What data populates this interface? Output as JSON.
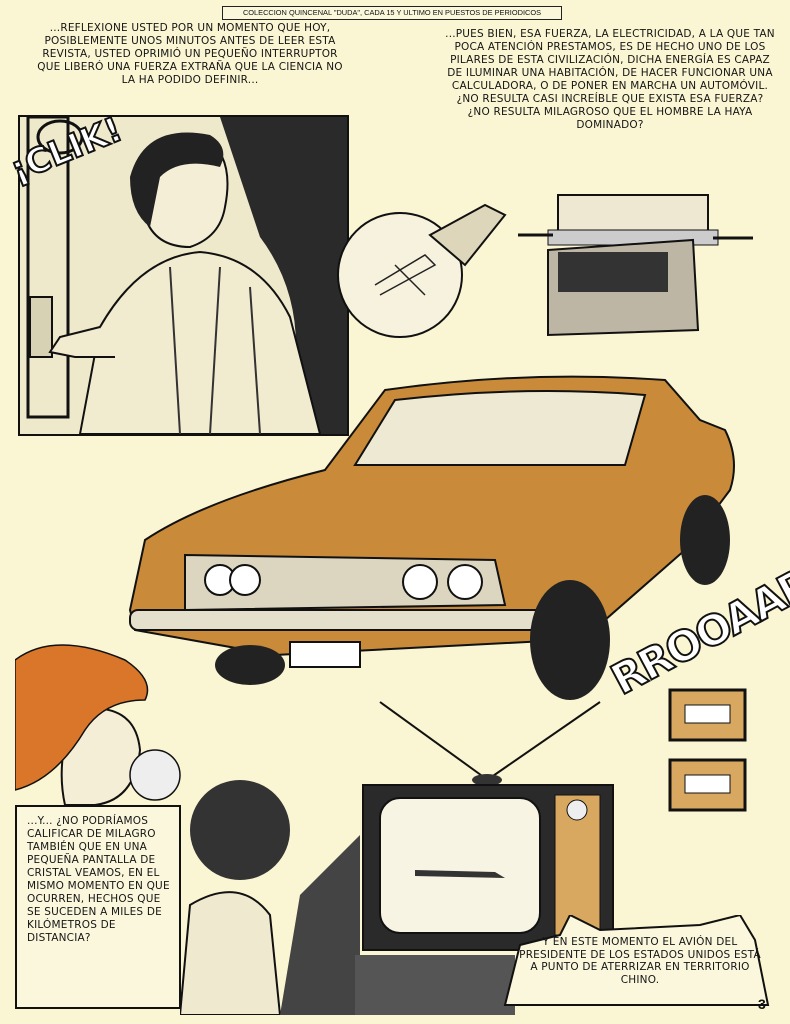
{
  "banner": "COLECCION QUINCENAL \"DUDA\", CADA 15 Y ULTIMO EN PUESTOS DE PERIODICOS",
  "intro_text": "...Reflexione usted por un momento que hoy, posiblemente unos minutos antes de leer esta revista, usted oprimió un pequeño interruptor que liberó una fuerza extraña que la ciencia no la ha podido definir...",
  "explain_text": "...Pues bien, esa fuerza, la electricidad, a la que tan poca atención prestamos, es de hecho uno de los pilares de esta civilización, dicha energía es capaz de iluminar una habitación, de hacer funcionar una calculadora, o de poner en marcha un automóvil. ¿No resulta casi increíble que exista esa fuerza? ¿No resulta milagroso que el hombre la haya dominado?",
  "sfx_click": "¡CLIK!",
  "sfx_roar": "RROOAARR",
  "caption_text": "...Y... ¿No podríamos calificar de milagro también que en una pequeña pantalla de cristal veamos, en el mismo momento en que ocurren, hechos que se suceden a miles de kilómetros de distancia?",
  "bubble_text": "Y en este momento el avión del Presidente de los Estados Unidos está a punto de aterrizar en territorio chino.",
  "page_number": "3",
  "colors": {
    "paper": "#faf5d2",
    "car": "#c98a3a",
    "hair": "#d9762a",
    "ink": "#111111"
  }
}
